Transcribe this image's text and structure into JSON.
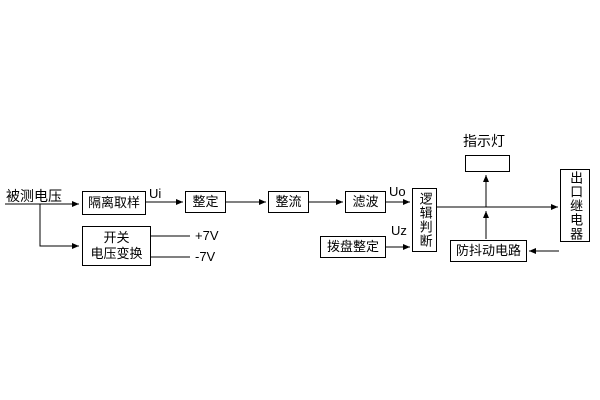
{
  "labels": {
    "input": "被测电压",
    "indicator": "指示灯",
    "p7v": "+7V",
    "n7v": "-7V"
  },
  "signals": {
    "ui": "Ui",
    "uo": "Uo",
    "uz": "Uz"
  },
  "blocks": {
    "isolation": "隔离取样",
    "setting": "整定",
    "rectifier": "整流",
    "filter": "滤波",
    "logic": "逻辑判断",
    "dial": "拨盘整定",
    "switch_line1": "开关",
    "switch_line2": "电压变换",
    "antijitter": "防抖动电路",
    "relay": "出口继电器"
  }
}
